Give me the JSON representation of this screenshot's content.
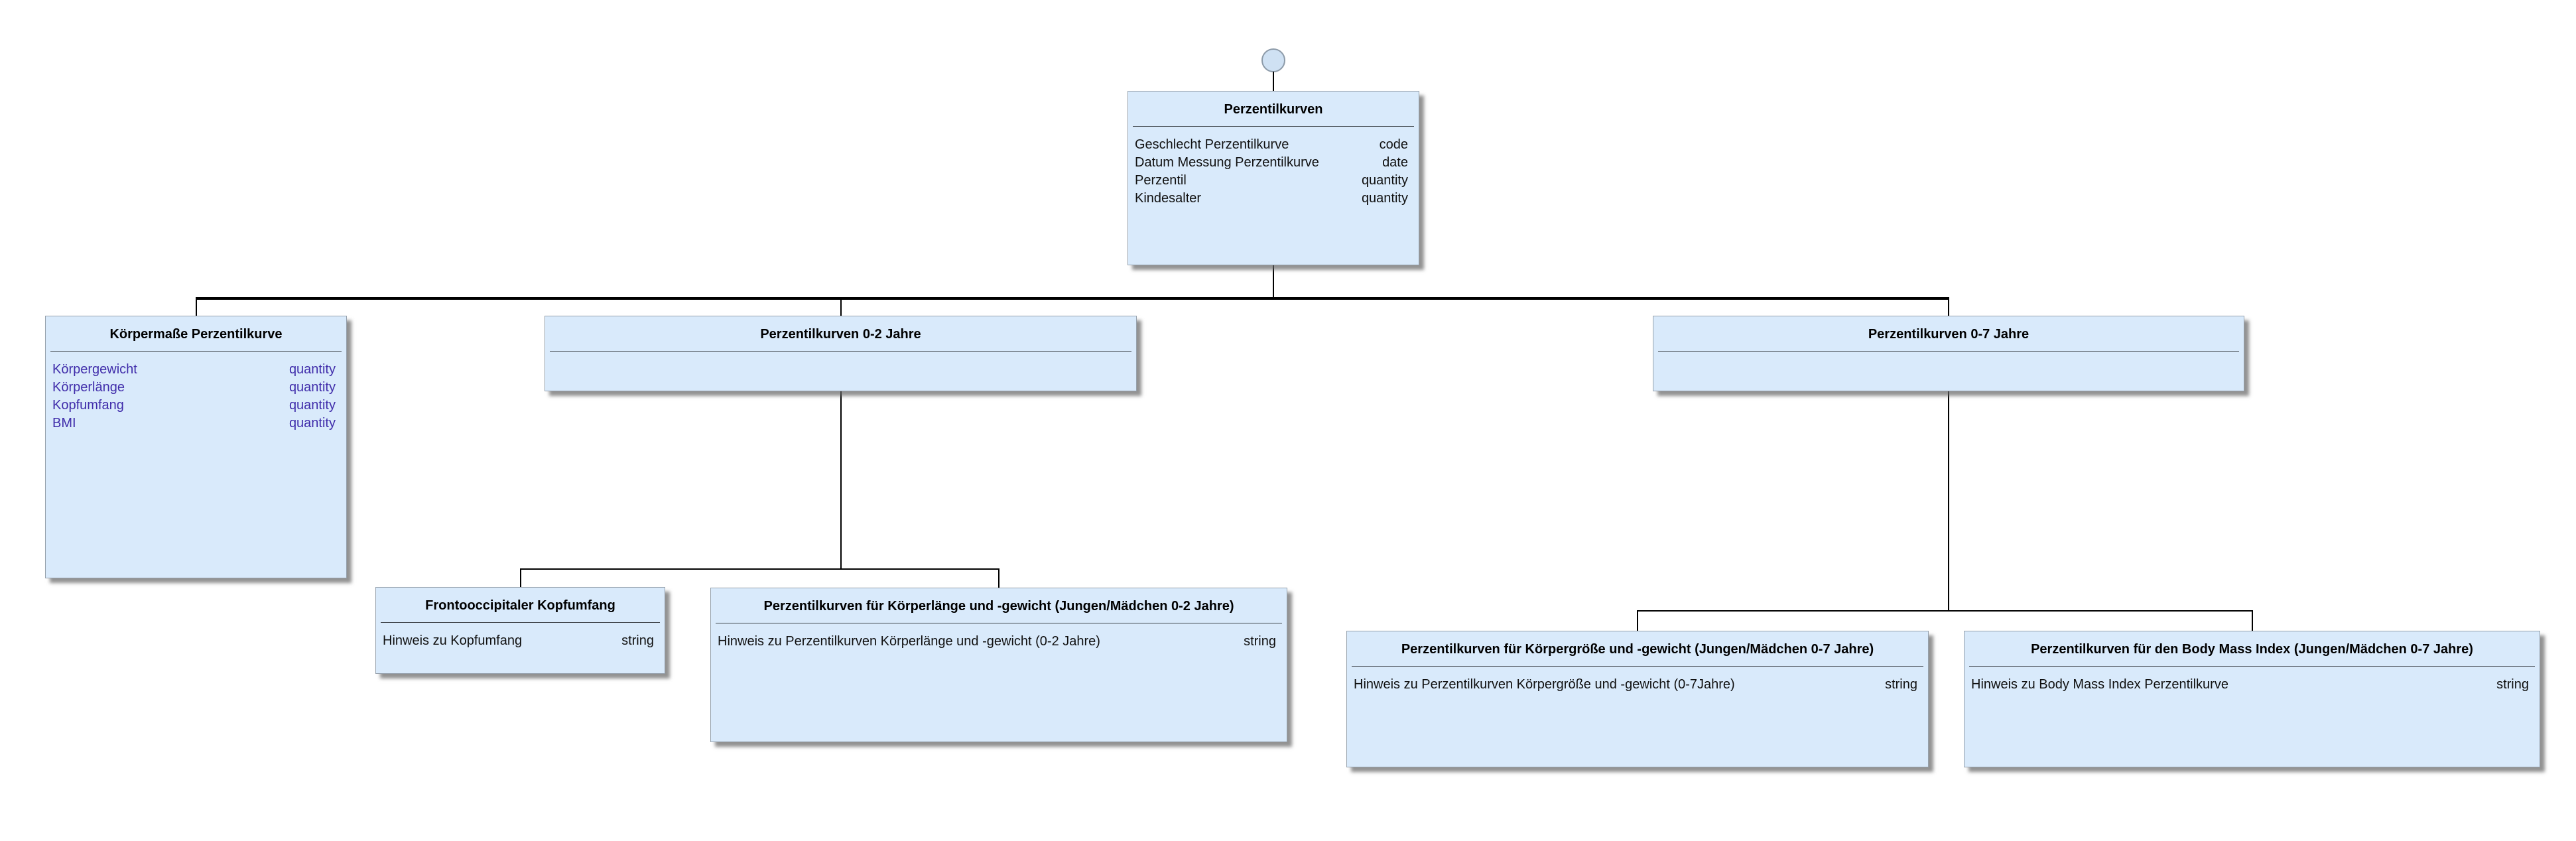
{
  "diagram": {
    "root": {
      "title": "Perzentilkurven",
      "attributes": [
        {
          "name": "Geschlecht Perzentilkurve",
          "type": "code"
        },
        {
          "name": "Datum Messung Perzentilkurve",
          "type": "date"
        },
        {
          "name": "Perzentil",
          "type": "quantity"
        },
        {
          "name": "Kindesalter",
          "type": "quantity"
        }
      ]
    },
    "koerpermasse": {
      "title": "Körpermaße Perzentilkurve",
      "attributes": [
        {
          "name": "Körpergewicht",
          "type": "quantity"
        },
        {
          "name": "Körperlänge",
          "type": "quantity"
        },
        {
          "name": "Kopfumfang",
          "type": "quantity"
        },
        {
          "name": "BMI",
          "type": "quantity"
        }
      ]
    },
    "kurven_0_2": {
      "title": "Perzentilkurven 0-2 Jahre"
    },
    "kurven_0_7": {
      "title": "Perzentilkurven 0-7 Jahre"
    },
    "kopfumfang": {
      "title": "Frontooccipitaler Kopfumfang",
      "attributes": [
        {
          "name": "Hinweis zu Kopfumfang",
          "type": "string"
        }
      ]
    },
    "laenge_gewicht_0_2": {
      "title": "Perzentilkurven für Körperlänge und -gewicht (Jungen/Mädchen 0-2 Jahre)",
      "attributes": [
        {
          "name": "Hinweis zu Perzentilkurven Körperlänge und -gewicht (0-2 Jahre)",
          "type": "string"
        }
      ]
    },
    "groesse_gewicht_0_7": {
      "title": "Perzentilkurven für Körpergröße und -gewicht (Jungen/Mädchen 0-7 Jahre)",
      "attributes": [
        {
          "name": "Hinweis zu Perzentilkurven Körpergröße und -gewicht (0-7Jahre)",
          "type": "string"
        }
      ]
    },
    "bmi_0_7": {
      "title": "Perzentilkurven für den Body Mass Index (Jungen/Mädchen 0-7 Jahre)",
      "attributes": [
        {
          "name": "Hinweis zu Body Mass Index Perzentilkurve",
          "type": "string"
        }
      ]
    },
    "colors": {
      "node_fill": "#d9eafb",
      "node_border": "#96a1ac",
      "attribute_highlight": "#3f2caa",
      "attribute_text": "#101010",
      "connector": "#000000",
      "circle_fill": "#cfe1f3"
    }
  }
}
